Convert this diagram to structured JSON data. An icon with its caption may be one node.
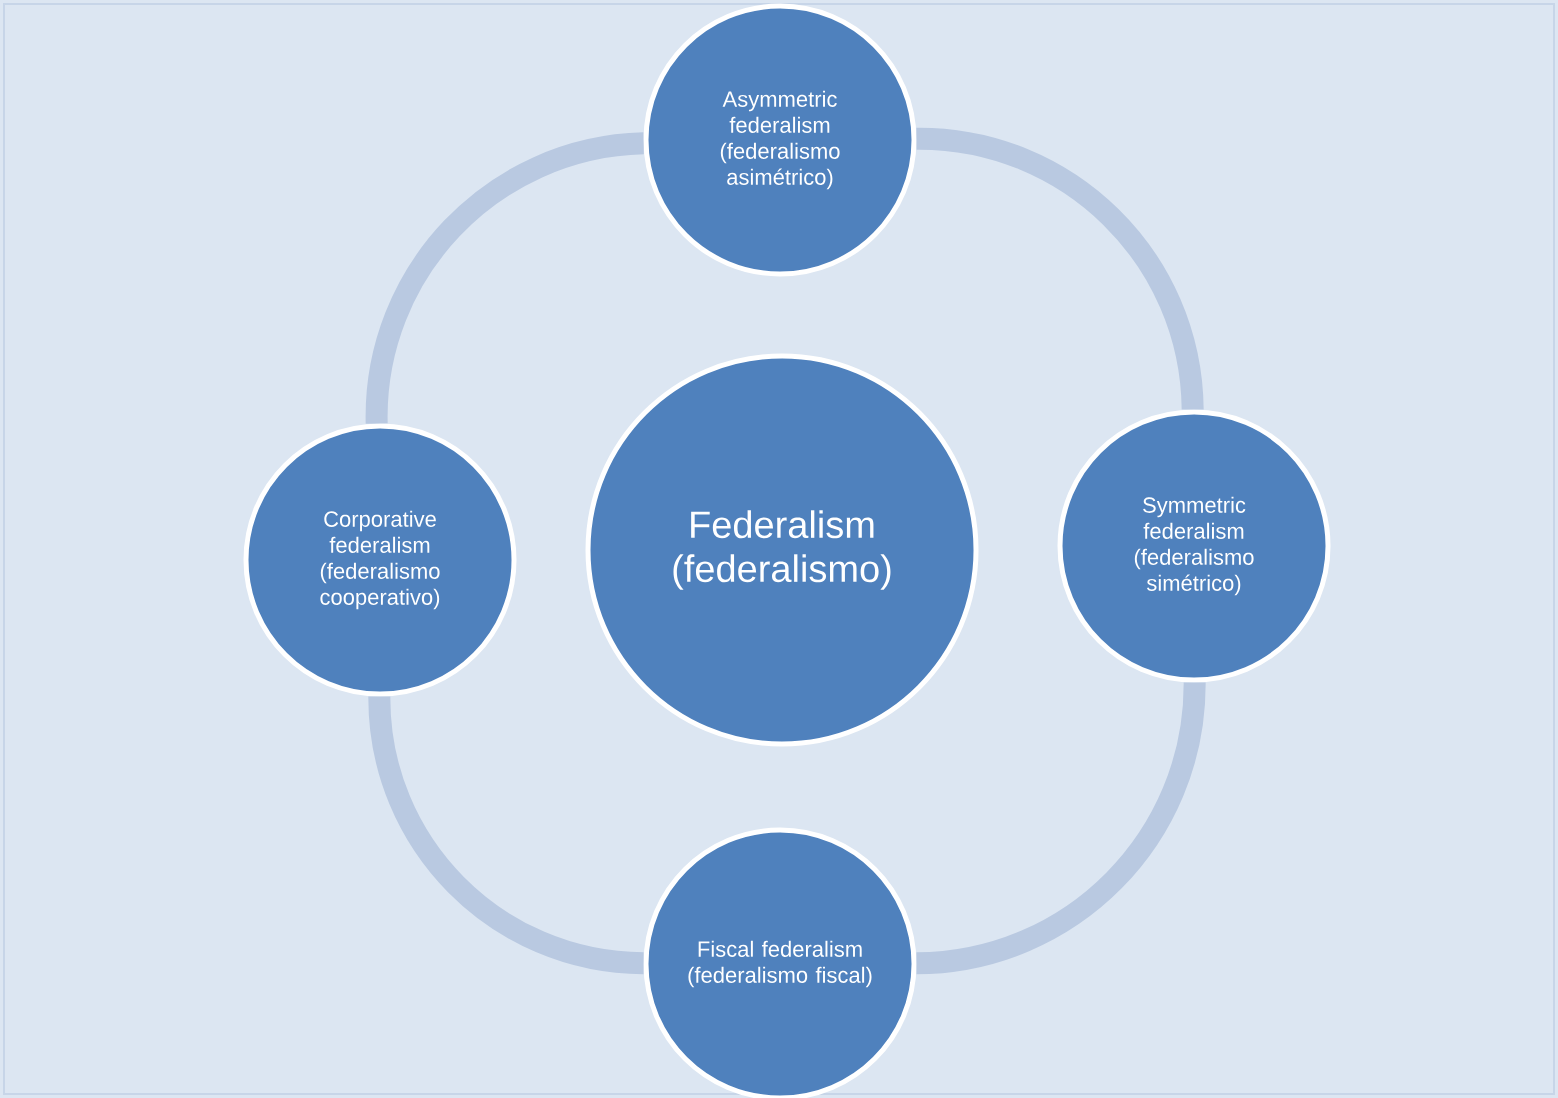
{
  "diagram": {
    "nodes": [
      {
        "text": [
          "Federalism (federalismo)"
        ]
      },
      {
        "text": [
          "Asymmetric federalism (federalismo asimétrico)"
        ]
      },
      {
        "text": [
          "Symmetric federalism (federalismo simétrico)"
        ]
      },
      {
        "text": [
          "Fiscal federalism (federalismo fiscal)"
        ]
      },
      {
        "text": [
          "Corporative federalism (federalismo cooperativo)"
        ]
      }
    ],
    "edges": [
      {
        "from": 1,
        "to": 2,
        "arrow": "none"
      },
      {
        "from": 2,
        "to": 3,
        "arrow": "none"
      },
      {
        "from": 3,
        "to": 4,
        "arrow": "none"
      },
      {
        "from": 4,
        "to": 1,
        "arrow": "none"
      }
    ]
  }
}
